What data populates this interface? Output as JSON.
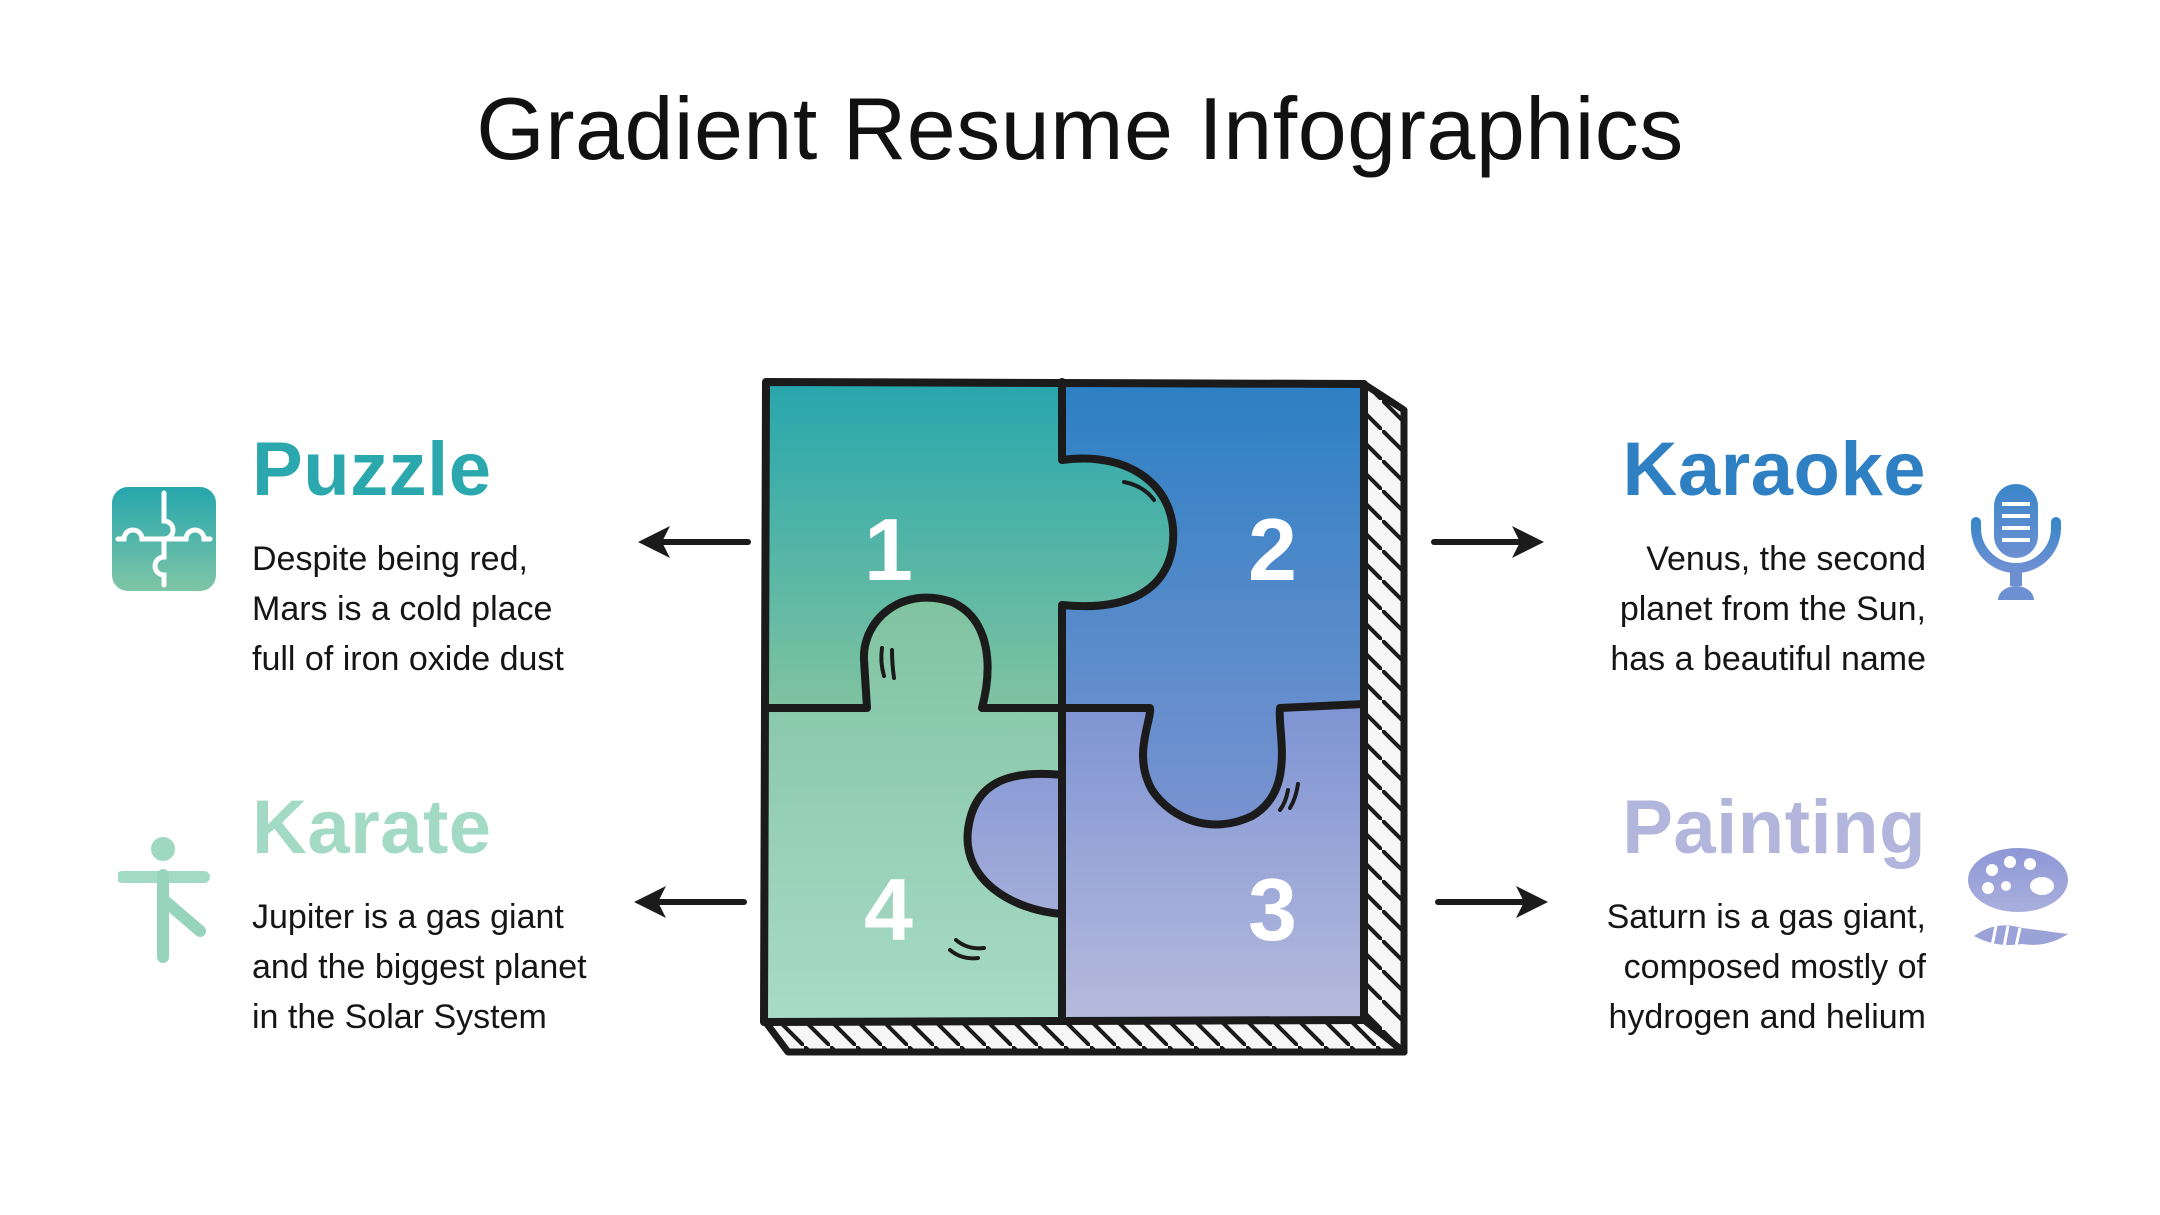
{
  "title": "Gradient Resume Infographics",
  "colors": {
    "teal": "#2aa8ad",
    "blue": "#2f7fc3",
    "mint": "#a3dac6",
    "lavender": "#b3b6dc",
    "outline": "#1b1b1b"
  },
  "items": [
    {
      "heading": "Puzzle",
      "text": "Despite being red,\nMars is a cold place\nfull of iron oxide dust",
      "icon": "puzzle-icon"
    },
    {
      "heading": "Karaoke",
      "text": "Venus, the second\nplanet from the Sun,\nhas a beautiful name",
      "icon": "microphone-icon"
    },
    {
      "heading": "Karate",
      "text": "Jupiter is a gas giant\nand the biggest planet\nin the Solar System",
      "icon": "karate-person-icon"
    },
    {
      "heading": "Painting",
      "text": "Saturn is a gas giant,\ncomposed mostly of\nhydrogen and helium",
      "icon": "palette-icon"
    }
  ],
  "pieces": [
    "1",
    "2",
    "3",
    "4"
  ]
}
